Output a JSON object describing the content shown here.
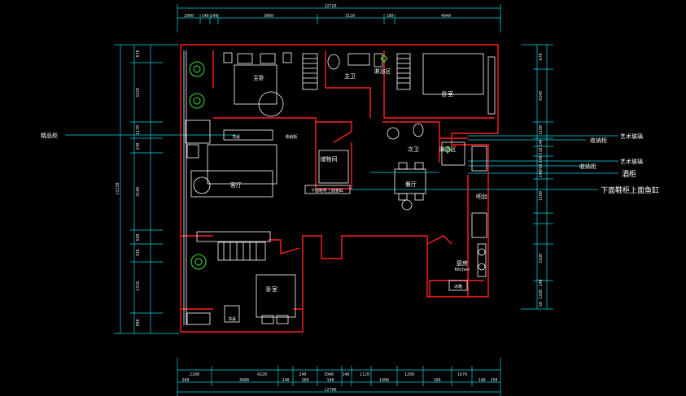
{
  "plan": {
    "rooms": {
      "master_bedroom": "主卧",
      "master_bath": "主卫",
      "master_shower": "淋浴区",
      "bedroom_ne": "卧室",
      "second_bath": "次卫",
      "second_shower": "淋浴区",
      "storage_room": "储物间",
      "living_room": "客厅",
      "dining_room": "餐厅",
      "bar_counter": "吧台",
      "kitchen": "厨房",
      "kitchen_en": "Kitchen",
      "bedroom_sw": "卧室",
      "study_north": "书桌",
      "study_south": "书桌",
      "storage_cabinet": "收纳柜",
      "shoe_note": "下面鞋柜上面鱼缸",
      "ref_box": "冰箱"
    },
    "callouts": {
      "display_cabinet": "精品柜",
      "art_glass_1": "艺术玻璃",
      "storage_1": "收纳柜",
      "art_glass_2": "艺术玻璃",
      "storage_2": "收纳柜",
      "wine_cabinet": "酒柜",
      "shoe_fish": "下面鞋柜上面鱼缸"
    },
    "dims_top": {
      "overall": "12720",
      "row2": [
        "2000",
        "140",
        "240",
        "3060",
        "3120",
        "180",
        "4040"
      ]
    },
    "dims_bottom": {
      "row1": [
        "2100",
        "4220",
        "240",
        "1040",
        "140",
        "1120",
        "1200",
        "1670"
      ],
      "row2": [
        "260",
        "3680",
        "240",
        "260",
        "140",
        "1400",
        "160",
        "140",
        "150"
      ],
      "overall": "12700"
    },
    "dims_left": {
      "overall": "11150",
      "segments": [
        "670",
        "3270",
        "1170",
        "240",
        "3140",
        "680",
        "320",
        "1310",
        "800"
      ]
    },
    "dims_right": {
      "segments": [
        "670",
        "4340",
        "1180",
        "140",
        "510",
        "240",
        "760",
        "140",
        "1100",
        "3180",
        "140",
        "1280",
        "60"
      ]
    }
  }
}
